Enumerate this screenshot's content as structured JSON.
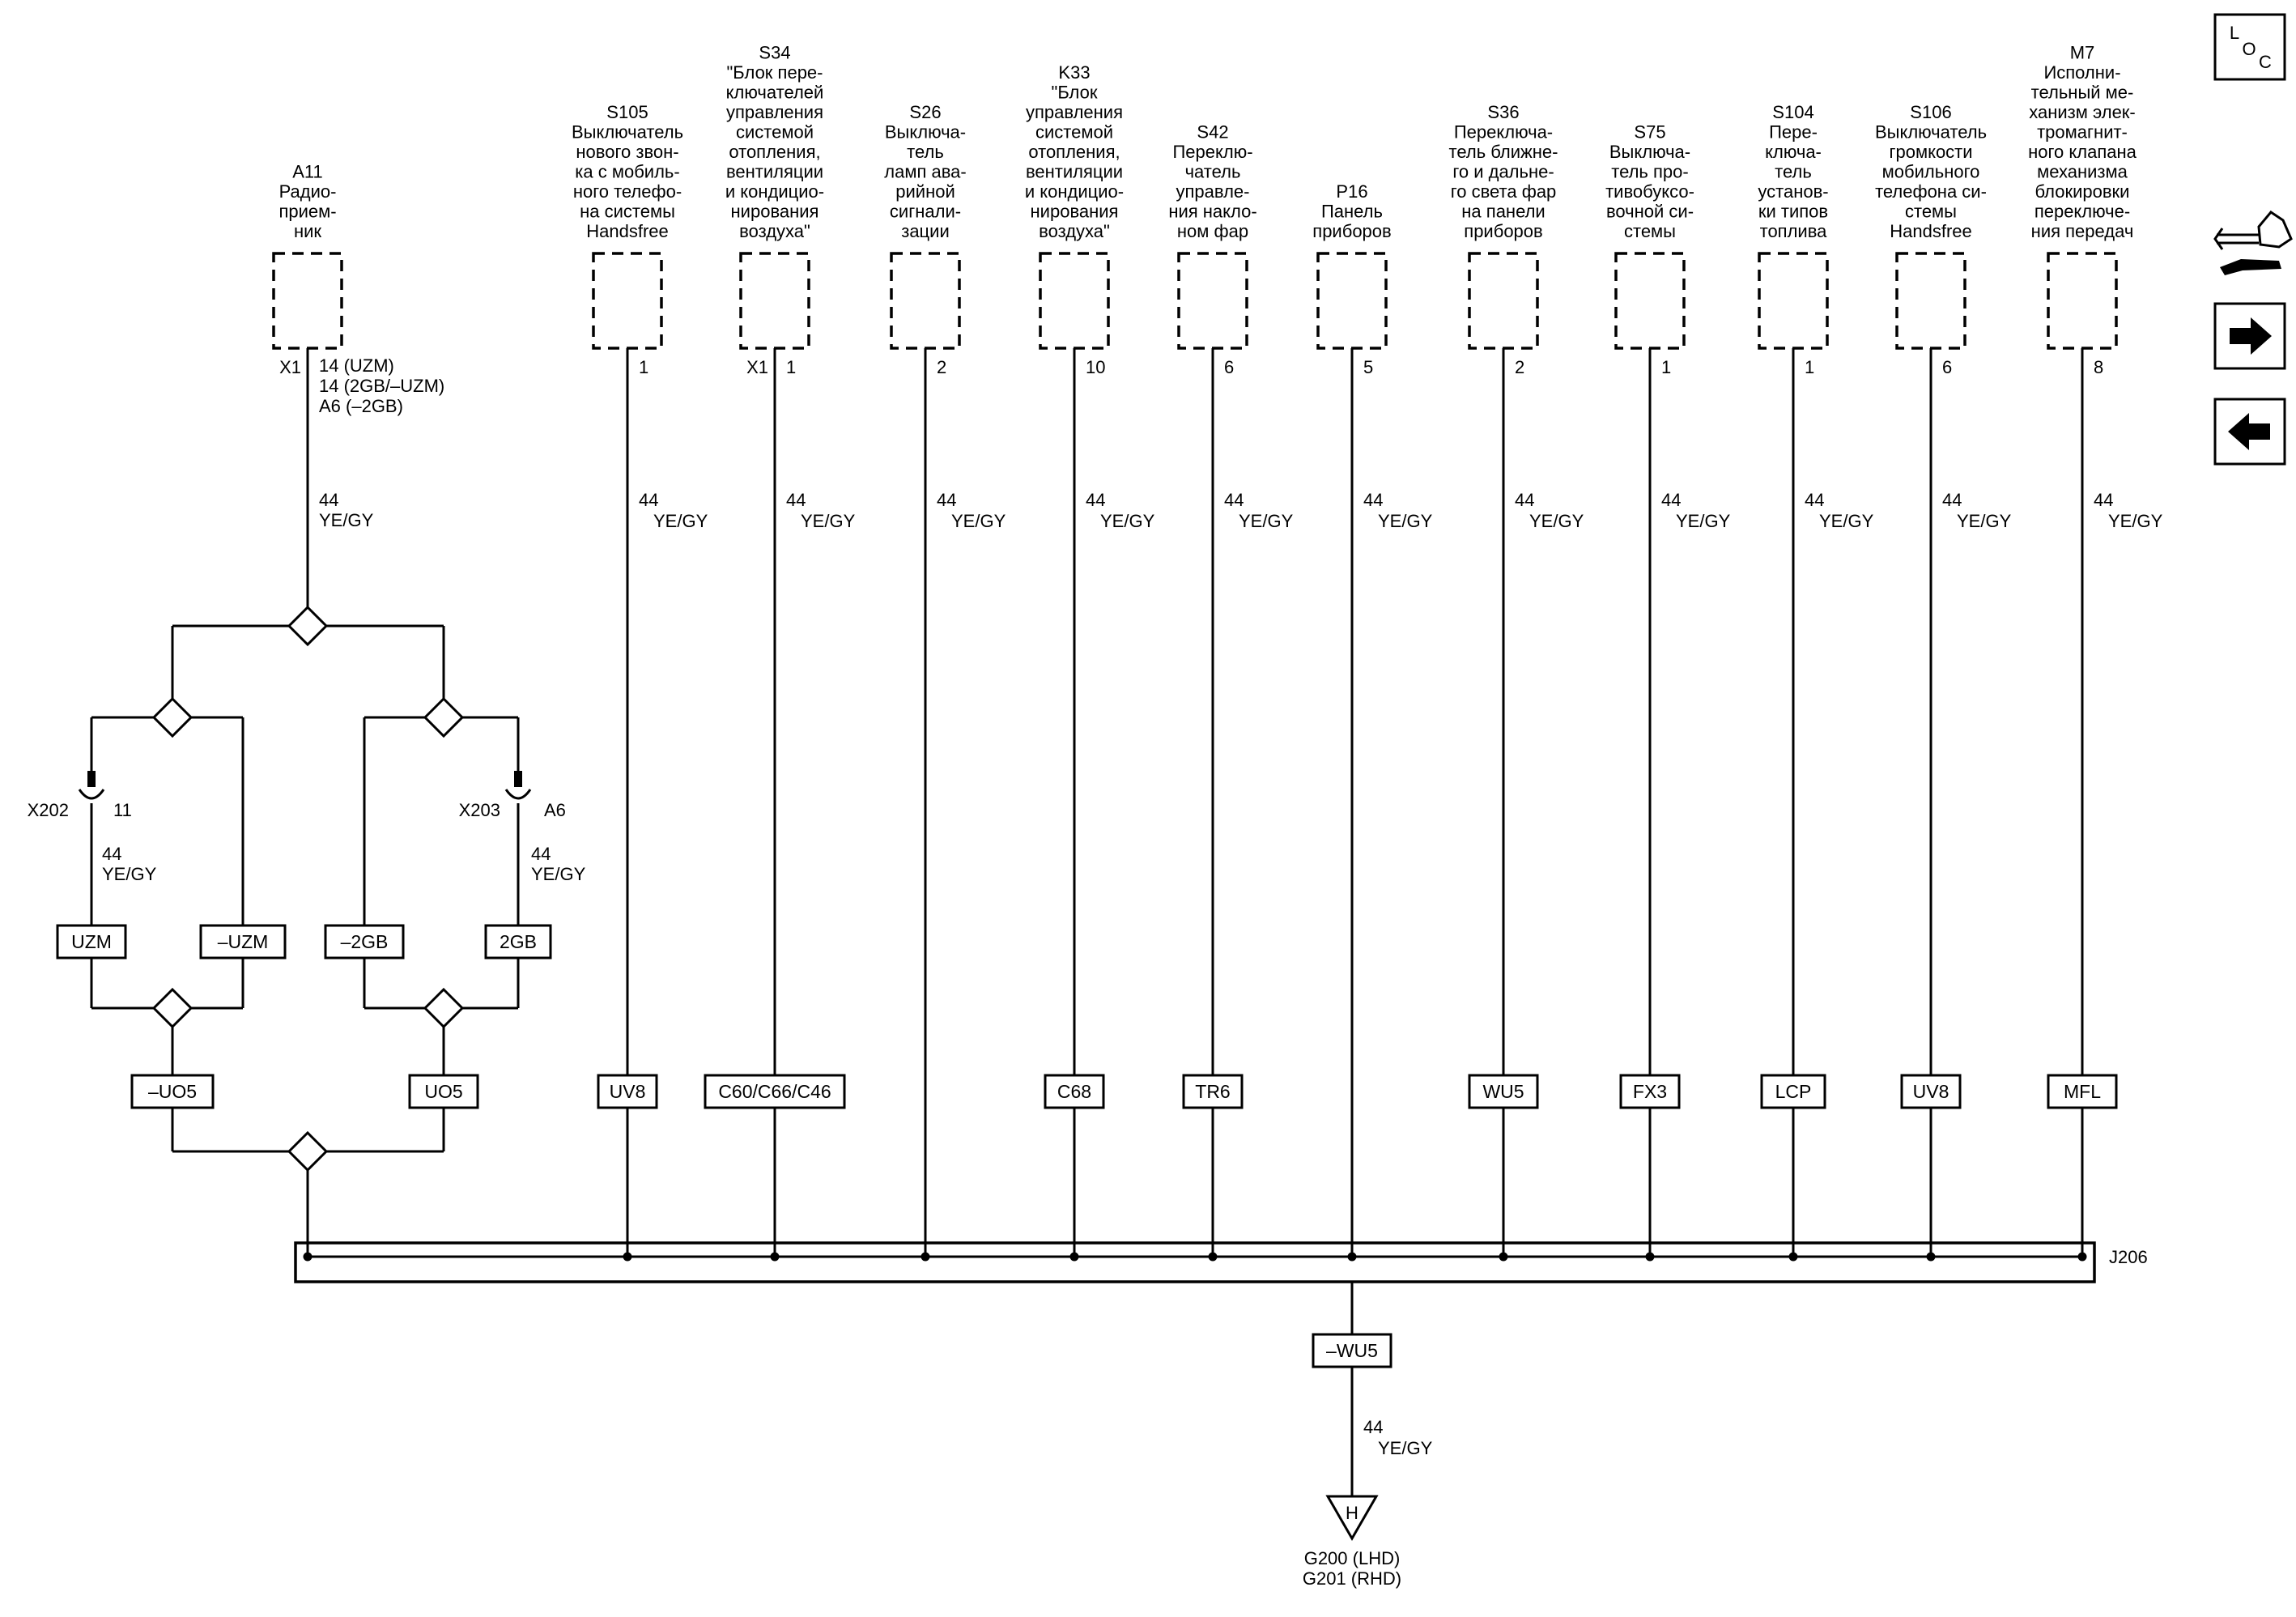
{
  "components": [
    {
      "id": "A11",
      "lines": [
        "A11",
        "Радио-",
        "прием-",
        "ник"
      ],
      "pin": "14 (UZM)",
      "connector": "X1",
      "pin_lines": [
        "14 (UZM)",
        "14 (2GB/–UZM)",
        "A6 (–2GB)"
      ]
    },
    {
      "id": "S105",
      "lines": [
        "S105",
        "Выключатель",
        "нового звон-",
        "ка с мобиль-",
        "ного телефо-",
        "на системы",
        "Handsfree"
      ],
      "pin": "1"
    },
    {
      "id": "S34",
      "lines": [
        "S34",
        "\"Блок пере-",
        "ключателей",
        "управления",
        "системой",
        "отопления,",
        "вентиляции",
        "и кондицио-",
        "нирования",
        "воздуха\""
      ],
      "connector": "X1",
      "pin": "1"
    },
    {
      "id": "S26",
      "lines": [
        "S26",
        "Выключа-",
        "тель",
        "ламп ава-",
        "рийной",
        "сигнали-",
        "зации"
      ],
      "pin": "2"
    },
    {
      "id": "K33",
      "lines": [
        "K33",
        "\"Блок",
        "управления",
        "системой",
        "отопления,",
        "вентиляции",
        "и кондицио-",
        "нирования",
        "воздуха\""
      ],
      "pin": "10"
    },
    {
      "id": "S42",
      "lines": [
        "S42",
        "Переклю-",
        "чатель",
        "управле-",
        "ния накло-",
        "ном фар"
      ],
      "pin": "6"
    },
    {
      "id": "P16",
      "lines": [
        "P16",
        "Панель",
        "приборов"
      ],
      "pin": "5"
    },
    {
      "id": "S36",
      "lines": [
        "S36",
        "Переключа-",
        "тель ближне-",
        "го и дальне-",
        "го света фар",
        "на панели",
        "приборов"
      ],
      "pin": "2"
    },
    {
      "id": "S75",
      "lines": [
        "S75",
        "Выключа-",
        "тель про-",
        "тивобуксо-",
        "вочной си-",
        "стемы"
      ],
      "pin": "1"
    },
    {
      "id": "S104",
      "lines": [
        "S104",
        "Пере-",
        "ключа-",
        "тель",
        "установ-",
        "ки типов",
        "топлива"
      ],
      "pin": "1"
    },
    {
      "id": "S106",
      "lines": [
        "S106",
        "Выключатель",
        "громкости",
        "мобильного",
        "телефона си-",
        "стемы",
        "Handsfree"
      ],
      "pin": "6"
    },
    {
      "id": "M7",
      "lines": [
        "M7",
        "Исполни-",
        "тельный ме-",
        "ханизм элек-",
        "тромагнит-",
        "ного клапана",
        "механизма",
        "блокировки",
        "переключе-",
        "ния передач"
      ],
      "pin": "8"
    }
  ],
  "wire": {
    "gauge": "44",
    "color": "YE/GY"
  },
  "options": {
    "column_options": [
      "UV8",
      "C60/C66/C46",
      "C68",
      "TR6",
      "WU5",
      "FX3",
      "LCP",
      "UV8",
      "MFL"
    ],
    "radio_branch": [
      "UZM",
      "–UZM",
      "–2GB",
      "2GB",
      "–UO5",
      "UO5"
    ],
    "ground_option": "–WU5"
  },
  "connectors": {
    "x202": {
      "name": "X202",
      "pin": "11"
    },
    "x203": {
      "name": "X203",
      "pin": "A6"
    }
  },
  "splice_pack": "J206",
  "ground": {
    "symbol": "H",
    "lines": [
      "G200 (LHD)",
      "G201 (RHD)"
    ]
  },
  "nav": {
    "loc": {
      "top": "L",
      "bottom1": "O",
      "bottom2": "C"
    },
    "icons": [
      "connector-wrench-icon",
      "arrow-right-icon",
      "arrow-left-icon"
    ]
  }
}
